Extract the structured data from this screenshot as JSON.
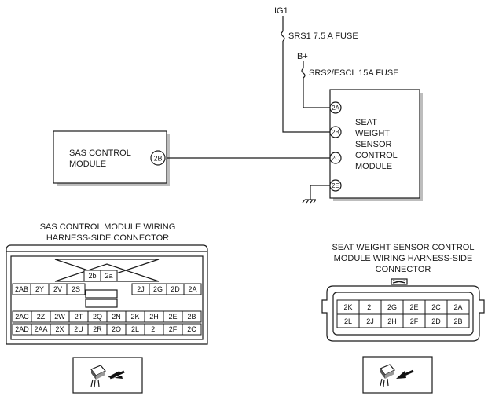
{
  "power": {
    "ig1": "IG1",
    "fuse1": "SRS1 7.5 A  FUSE",
    "bplus": "B+",
    "fuse2": "SRS2/ESCL 15A  FUSE"
  },
  "sas_module": {
    "line1": "SAS CONTROL",
    "line2": "MODULE",
    "terminal": "2B"
  },
  "sws_module": {
    "line1": "SEAT",
    "line2": "WEIGHT",
    "line3": "SENSOR",
    "line4": "CONTROL",
    "line5": "MODULE",
    "terminals": [
      "2A",
      "2B",
      "2C",
      "2E"
    ]
  },
  "sas_connector": {
    "title1": "SAS CONTROL MODULE WIRING",
    "title2": "HARNESS-SIDE CONNECTOR",
    "top_pins": [
      "2b",
      "2a"
    ],
    "row1_left": [
      "2AB",
      "2Y",
      "2V",
      "2S"
    ],
    "row1_right": [
      "2J",
      "2G",
      "2D",
      "2A"
    ],
    "row2": [
      "2AC",
      "2Z",
      "2W",
      "2T",
      "2Q",
      "2N",
      "2K",
      "2H",
      "2E",
      "2B"
    ],
    "row3": [
      "2AD",
      "2AA",
      "2X",
      "2U",
      "2R",
      "2O",
      "2L",
      "2I",
      "2F",
      "2C"
    ]
  },
  "sws_connector": {
    "title1": "SEAT WEIGHT SENSOR  CONTROL",
    "title2": "MODULE WIRING HARNESS-SIDE",
    "title3": "CONNECTOR",
    "row1": [
      "2K",
      "2I",
      "2G",
      "2E",
      "2C",
      "2A"
    ],
    "row2": [
      "2L",
      "2J",
      "2H",
      "2F",
      "2D",
      "2B"
    ]
  }
}
